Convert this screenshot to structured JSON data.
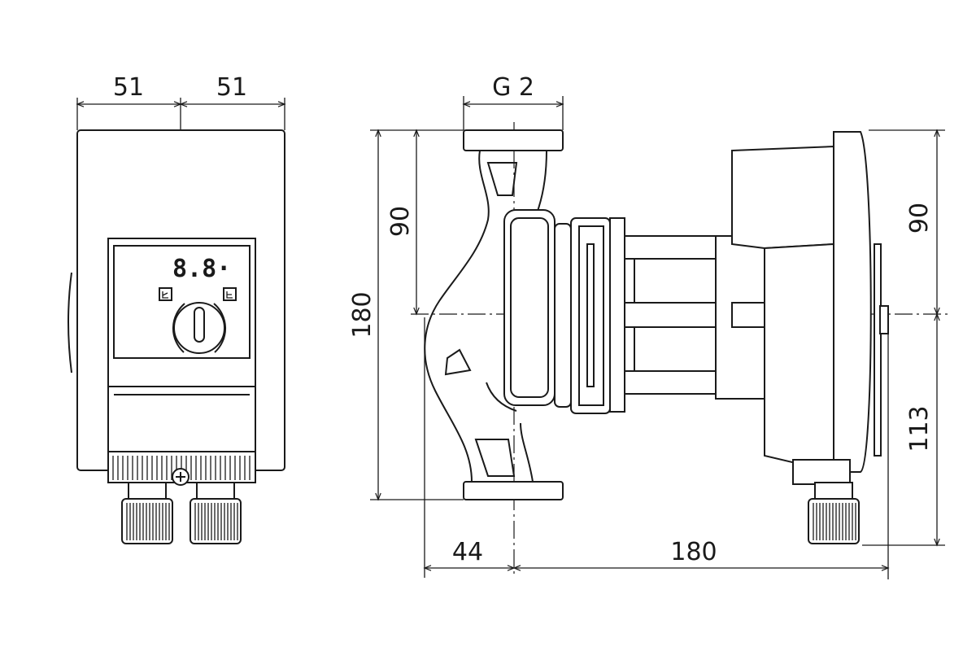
{
  "drawing": {
    "front_view": {
      "width_left": "51",
      "width_right": "51",
      "display_readout": "8.8·"
    },
    "side_view": {
      "connection_thread": "G 2",
      "height_top_left": "90",
      "height_total": "180",
      "height_top_right": "90",
      "height_bottom_right": "113",
      "offset_inlet": "44",
      "length_motor": "180"
    }
  }
}
